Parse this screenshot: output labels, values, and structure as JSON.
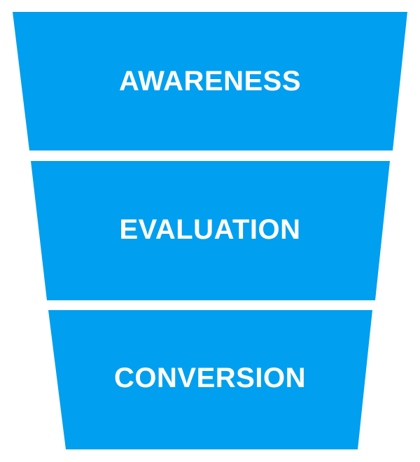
{
  "funnel": {
    "color": "#009fef",
    "stages": [
      {
        "label": "AWARENESS"
      },
      {
        "label": "EVALUATION"
      },
      {
        "label": "CONVERSION"
      }
    ]
  }
}
